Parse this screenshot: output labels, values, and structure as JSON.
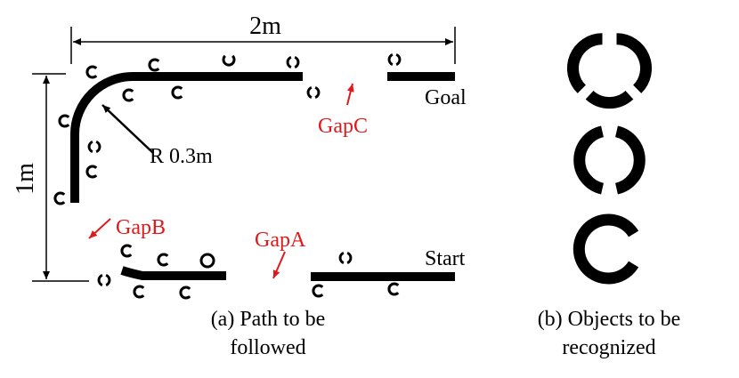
{
  "labels": {
    "width_dim": "2m",
    "height_dim": "1m",
    "radius": "R 0.3m",
    "goal": "Goal",
    "start": "Start",
    "gap_a": "GapA",
    "gap_b": "GapB",
    "gap_c": "GapC"
  },
  "captions": {
    "a_line1": "(a) Path to be",
    "a_line2": "followed",
    "b_line1": "(b) Objects to be",
    "b_line2": "recognized"
  },
  "colors": {
    "line": "#000000",
    "gap_label": "#e0191b"
  }
}
